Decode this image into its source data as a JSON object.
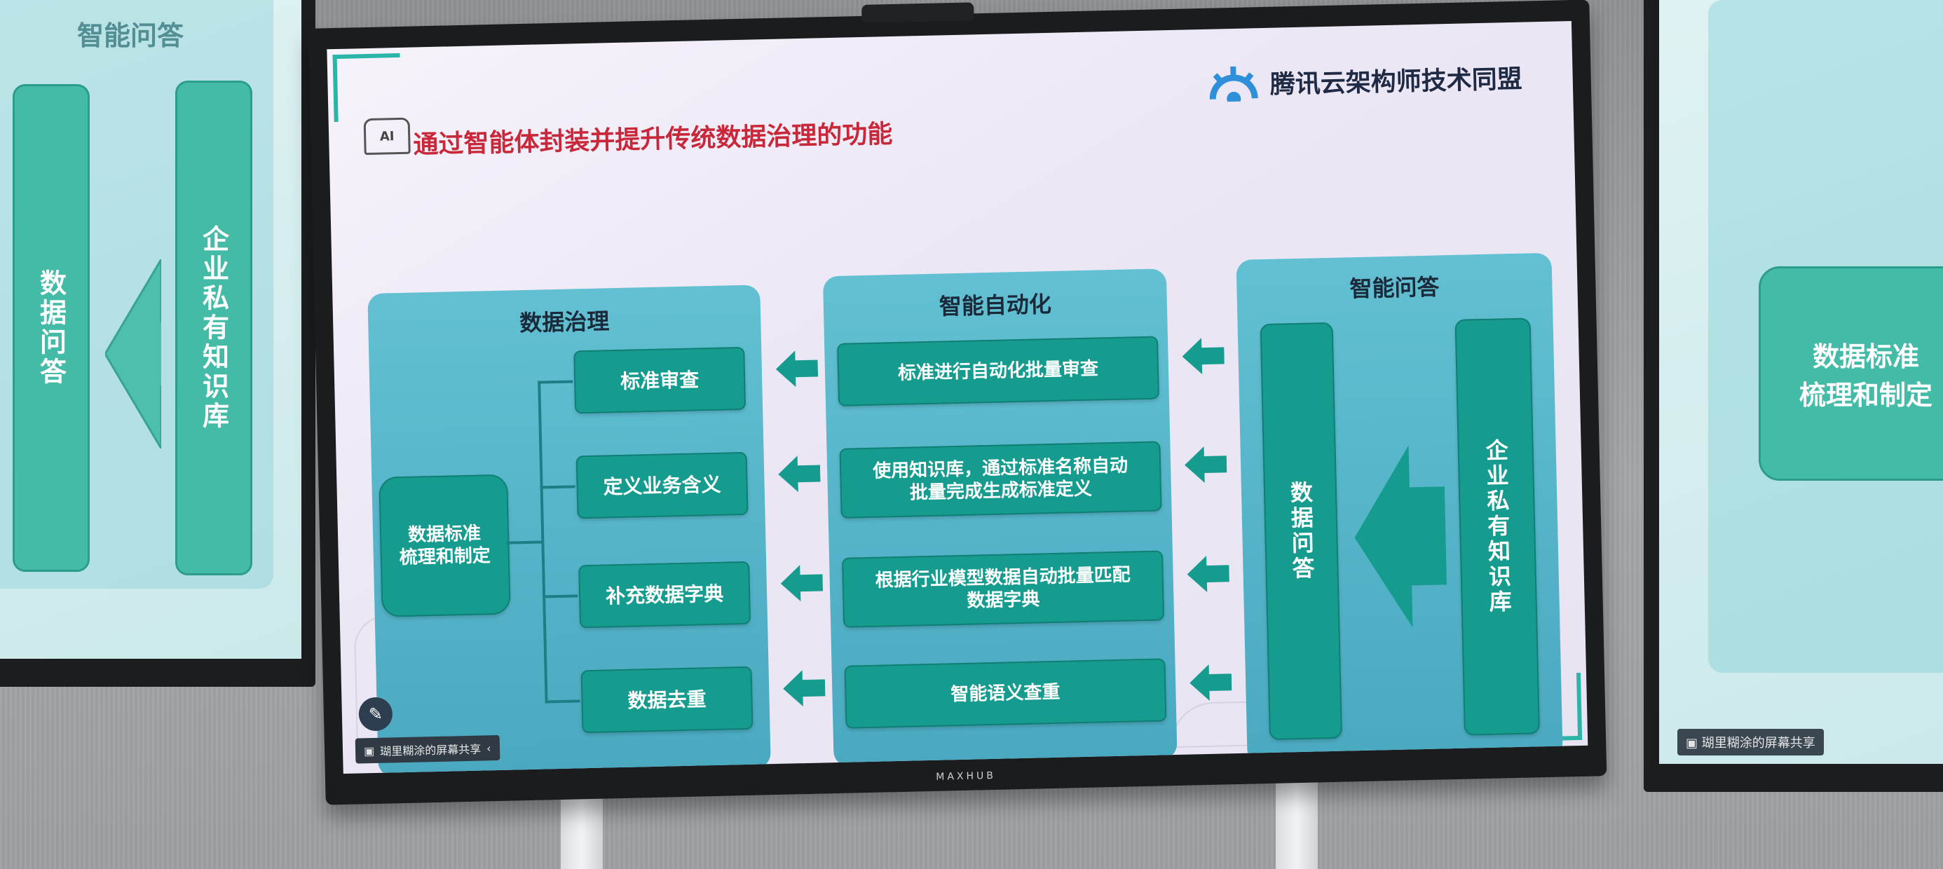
{
  "left_screen": {
    "title": "智能问答",
    "bar_left": "数据问答",
    "bar_right": "企业私有知识库"
  },
  "right_screen": {
    "box_text_1": "数据标准",
    "box_text_2": "梳理和制定",
    "share_label": "瑚里糊涂的屏幕共享"
  },
  "slide": {
    "title": "通过智能体封装并提升传统数据治理的功能",
    "ai_badge": "AI",
    "logo_text": "腾讯云架构师技术同盟",
    "colors": {
      "title": "#c8283a",
      "teal": "#169c8f",
      "panel": "#55b4c8",
      "accent": "#2ab5a8"
    },
    "governance": {
      "heading": "数据治理",
      "source_line1": "数据标准",
      "source_line2": "梳理和制定",
      "items": [
        "标准审查",
        "定义业务含义",
        "补充数据字典",
        "数据去重"
      ]
    },
    "automation": {
      "heading": "智能自动化",
      "items": [
        {
          "line1": "标准进行自动化批量审查",
          "line2": ""
        },
        {
          "line1": "使用知识库，通过标准名称自动",
          "line2": "批量完成生成标准定义"
        },
        {
          "line1": "根据行业模型数据自动批量匹配",
          "line2": "数据字典"
        },
        {
          "line1": "智能语义查重",
          "line2": ""
        }
      ]
    },
    "qa": {
      "heading": "智能问答",
      "bar_left": "数据问答",
      "bar_right": "企业私有知识库"
    },
    "share_label": "瑚里糊涂的屏幕共享",
    "monitor_brand": "MAXHUB"
  }
}
